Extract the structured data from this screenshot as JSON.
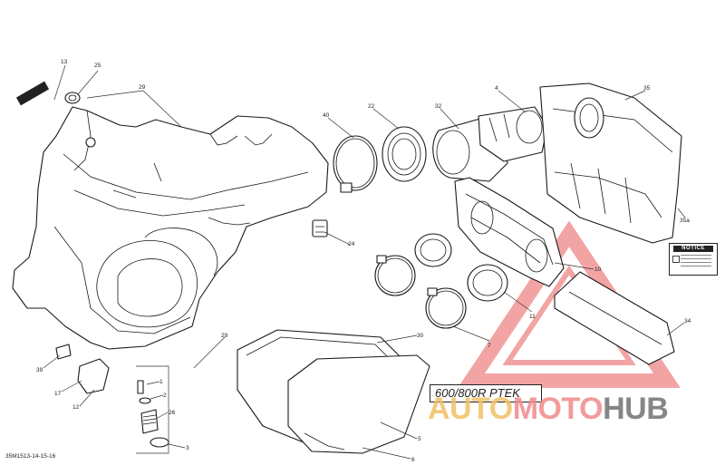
{
  "diagram": {
    "model_label": "600/800R PTEK",
    "drawing_code": "35M1513-14-15-16",
    "notice_label": "NOTICE",
    "watermark": {
      "part1": "AUTO",
      "part2": "MOTO",
      "part3": "HUB"
    },
    "callouts": [
      {
        "id": "c13",
        "text": "13"
      },
      {
        "id": "c25",
        "text": "25"
      },
      {
        "id": "c29a",
        "text": "29"
      },
      {
        "id": "c40",
        "text": "40"
      },
      {
        "id": "c22",
        "text": "22"
      },
      {
        "id": "c32",
        "text": "32"
      },
      {
        "id": "c4",
        "text": "4"
      },
      {
        "id": "c35",
        "text": "35"
      },
      {
        "id": "c35a",
        "text": "35a"
      },
      {
        "id": "c24",
        "text": "24"
      },
      {
        "id": "c10",
        "text": "10"
      },
      {
        "id": "c11",
        "text": "11"
      },
      {
        "id": "c7",
        "text": "7"
      },
      {
        "id": "c34",
        "text": "34"
      },
      {
        "id": "c30",
        "text": "30"
      },
      {
        "id": "c29b",
        "text": "29"
      },
      {
        "id": "c39",
        "text": "39"
      },
      {
        "id": "c17",
        "text": "17"
      },
      {
        "id": "c12",
        "text": "12"
      },
      {
        "id": "c1",
        "text": "1"
      },
      {
        "id": "c2",
        "text": "2"
      },
      {
        "id": "c26",
        "text": "26"
      },
      {
        "id": "c3",
        "text": "3"
      },
      {
        "id": "c5",
        "text": "5"
      },
      {
        "id": "c6",
        "text": "6"
      }
    ]
  }
}
